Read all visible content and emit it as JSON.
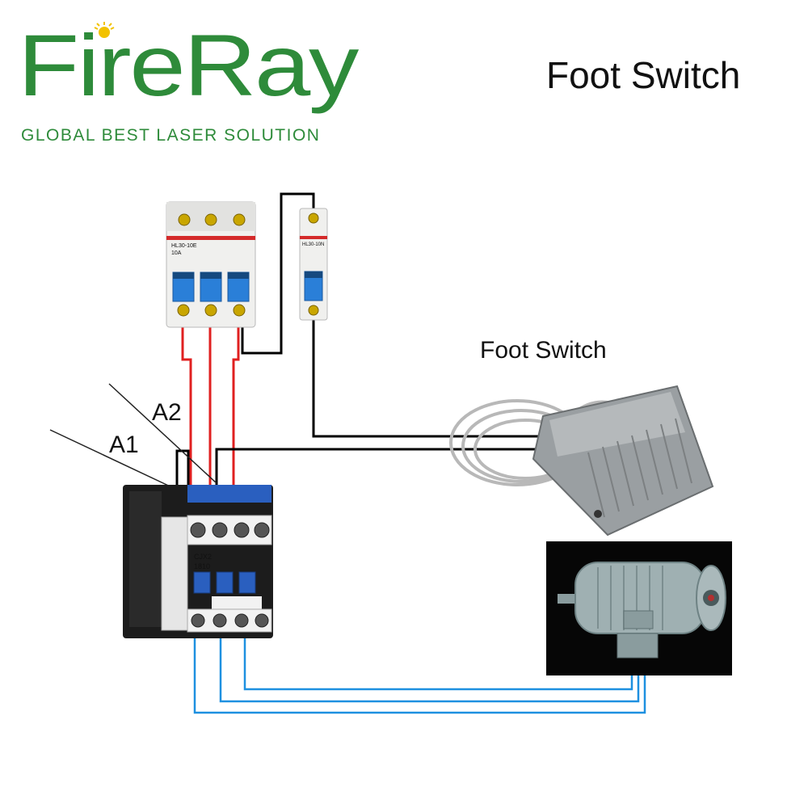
{
  "brand": {
    "name": "FireRay",
    "tagline": "GLOBAL BEST LASER SOLUTION",
    "color": "#2e8b3a",
    "accent_color": "#f2c200"
  },
  "title": "Foot Switch",
  "labels": {
    "foot_switch": "Foot Switch",
    "a1": "A1",
    "a2": "A2"
  },
  "components": {
    "three_pole_breaker": {
      "model_text": [
        "HL30-10E",
        "10A"
      ]
    },
    "single_pole_breaker": {
      "model_text": [
        "HL30-10N"
      ]
    },
    "contactor": {
      "model_text": [
        "CJX2",
        "1810"
      ]
    },
    "motor": {}
  },
  "colors": {
    "phase_wire": "#e02020",
    "control_wire": "#000000",
    "motor_wire": "#1e90e0"
  }
}
